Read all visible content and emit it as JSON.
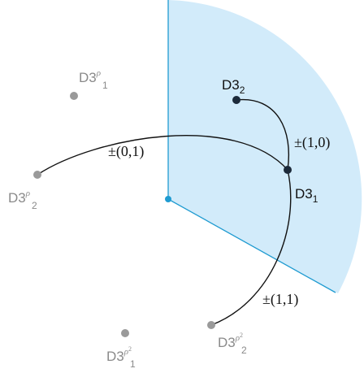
{
  "colors": {
    "region_fill": "#d2ebfa",
    "region_edge": "#1f9bd1",
    "origin": "#1f9bd1",
    "curve": "#111111",
    "node_dark": "#1c2a3a",
    "node_gray": "#9a9a9a",
    "label_dark": "#111111",
    "label_gray": "#8a8a8a"
  },
  "nodes": {
    "d3_1": {
      "base": "D3",
      "sub": "1"
    },
    "d3_2": {
      "base": "D3",
      "sub": "2"
    },
    "d3_rho_1": {
      "base": "D3",
      "sub": "1",
      "sup": "ρ"
    },
    "d3_rho_2": {
      "base": "D3",
      "sub": "2",
      "sup": "ρ"
    },
    "d3_rho2_1": {
      "base": "D3",
      "sub": "1",
      "sup": "ρ",
      "supsup": "2"
    },
    "d3_rho2_2": {
      "base": "D3",
      "sub": "2",
      "sup": "ρ",
      "supsup": "2"
    }
  },
  "edges": {
    "pm_1_0": "±(1,0)",
    "pm_0_1": "±(0,1)",
    "pm_1_1": "±(1,1)"
  }
}
